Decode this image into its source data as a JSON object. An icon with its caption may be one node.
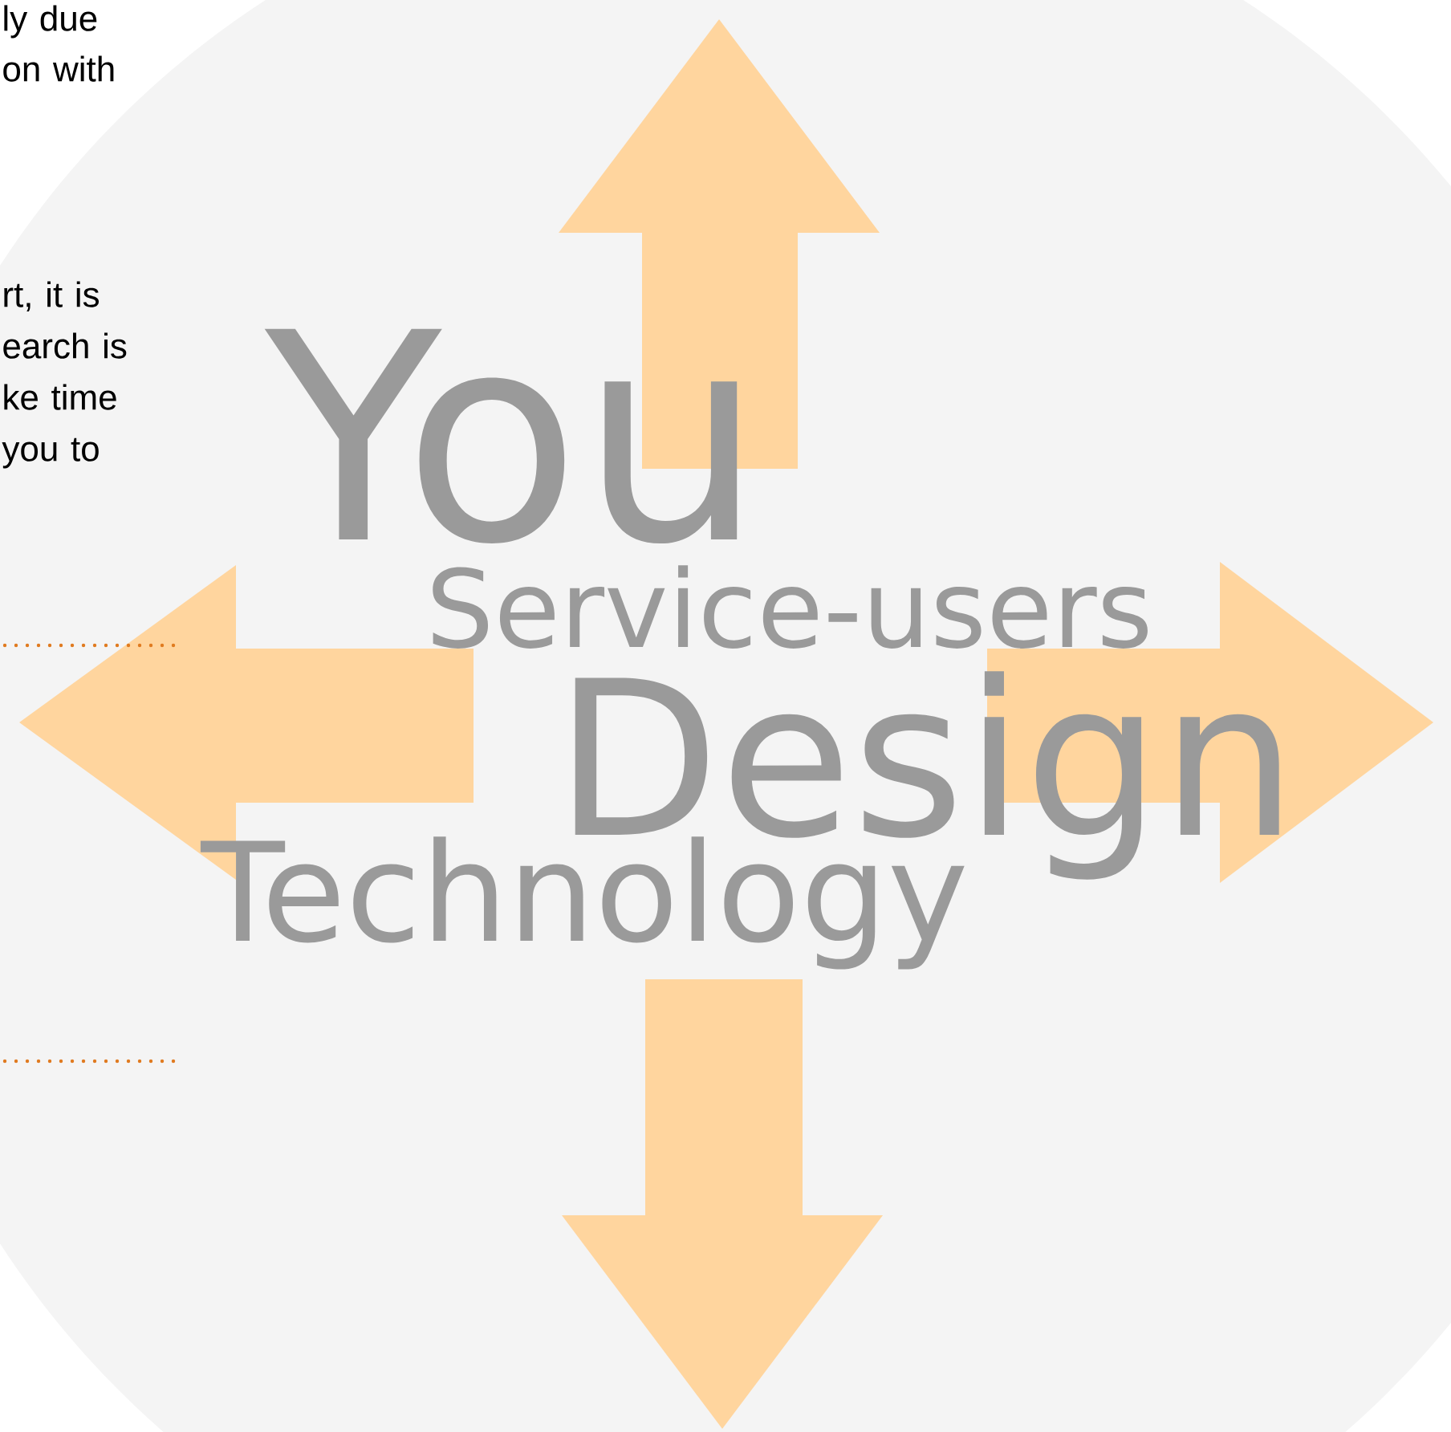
{
  "diagram": {
    "labels": [
      "ly due on with",
      "rt, it is earch is ke time you to",
      "You",
      "Service-users",
      "Design",
      "Technology"
    ]
  }
}
